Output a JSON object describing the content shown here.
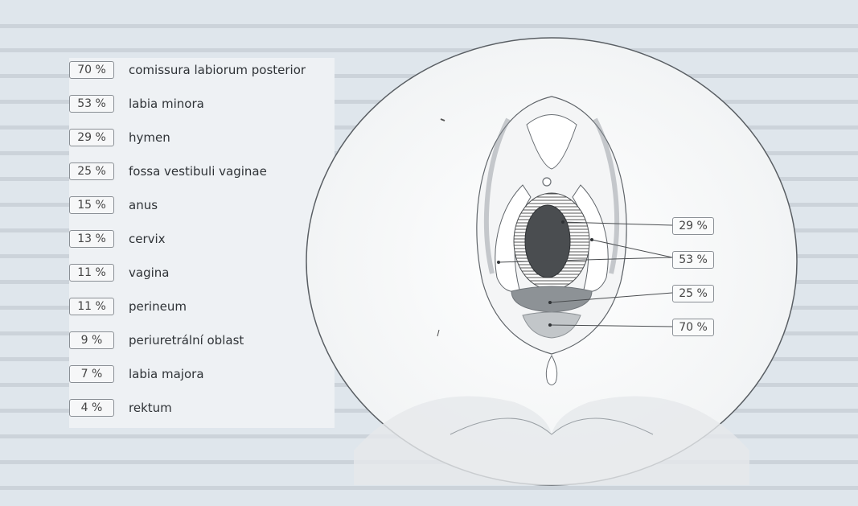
{
  "legend": [
    {
      "percent": "70 %",
      "label": "comissura labiorum posterior"
    },
    {
      "percent": "53 %",
      "label": "labia minora"
    },
    {
      "percent": "29 %",
      "label": "hymen"
    },
    {
      "percent": "25 %",
      "label": "fossa vestibuli vaginae"
    },
    {
      "percent": "15 %",
      "label": "anus"
    },
    {
      "percent": "13 %",
      "label": "cervix"
    },
    {
      "percent": "11 %",
      "label": "vagina"
    },
    {
      "percent": "11 %",
      "label": "perineum"
    },
    {
      "percent": "9 %",
      "label": "periuretrální oblast"
    },
    {
      "percent": "7 %",
      "label": "labia majora"
    },
    {
      "percent": "4 %",
      "label": "rektum"
    }
  ],
  "callouts": [
    {
      "percent": "29 %",
      "target": "hymen"
    },
    {
      "percent": "53 %",
      "target": "labia minora"
    },
    {
      "percent": "25 %",
      "target": "fossa vestibuli vaginae"
    },
    {
      "percent": "70 %",
      "target": "comissura labiorum posterior"
    }
  ],
  "colors": {
    "background": "#dfe6ec",
    "circle_fill": "#ffffff",
    "dark_region": "#4a4d50",
    "shaded_region": "#8d9296"
  }
}
